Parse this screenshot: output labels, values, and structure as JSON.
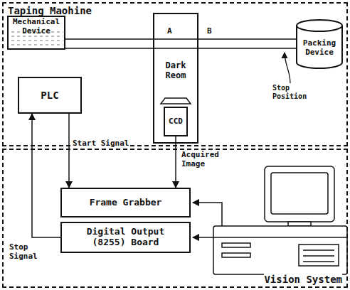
{
  "diagram": {
    "nodes": [
      {
        "text": [
          "Taping Maohine"
        ]
      },
      {
        "text": [
          "Mechanical Device"
        ],
        "in": 0
      },
      {
        "text": [
          "Dark Reom"
        ],
        "in": 0
      },
      {
        "text": [
          "CCD"
        ],
        "in": 2
      },
      {
        "text": [
          "Packing Device"
        ],
        "in": 0
      },
      {
        "text": [
          "PLC"
        ],
        "in": 0
      },
      {
        "text": [
          "Vision System"
        ]
      },
      {
        "text": [
          "Frame Grabber"
        ],
        "in": 6
      },
      {
        "text": [
          "Digital Output (8255) Board"
        ],
        "in": 6
      }
    ],
    "edges": [
      {
        "from": 5,
        "to": 7,
        "label": "Start Signal",
        "arrow": "to"
      },
      {
        "from": 3,
        "to": 7,
        "label": "Acquired Image",
        "arrow": "to"
      },
      {
        "from": 8,
        "to": 5,
        "label": "Stop Signal",
        "arrow": "to"
      }
    ],
    "labels": [
      "A",
      "B",
      "Stop Position"
    ]
  }
}
